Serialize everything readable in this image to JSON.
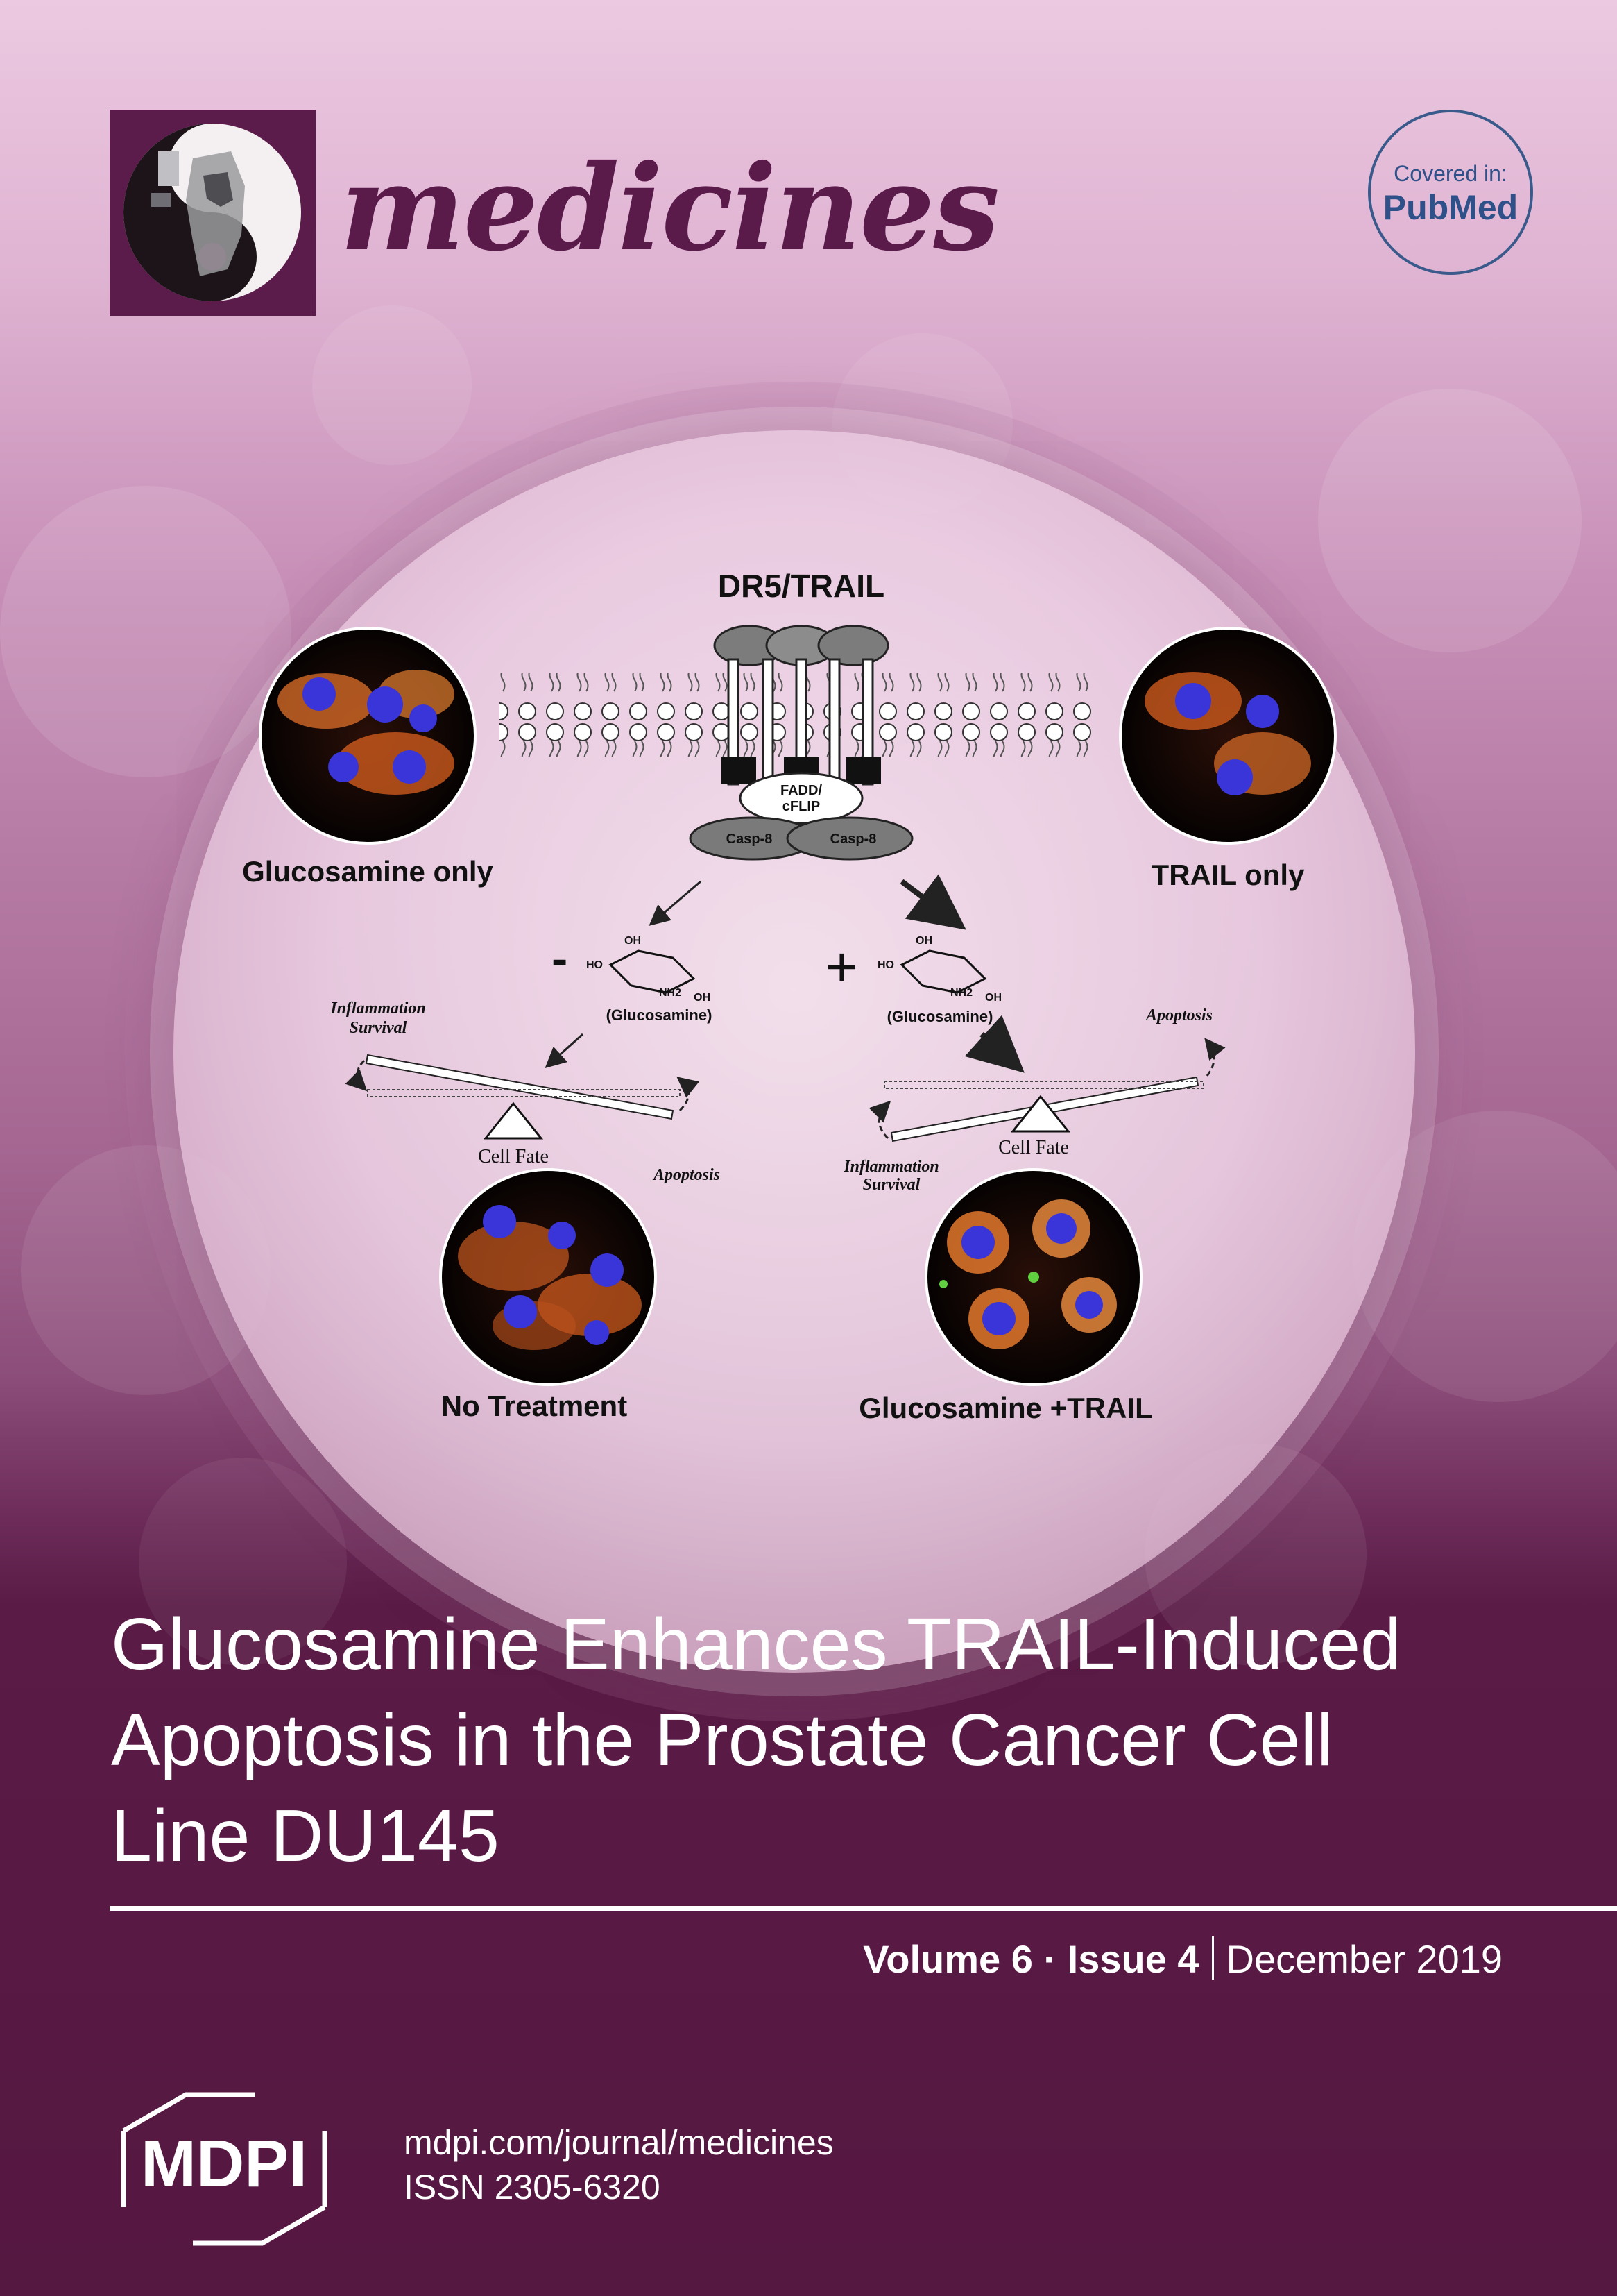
{
  "journal": {
    "name": "medicines",
    "pubmed_line1": "Covered in:",
    "pubmed_line2": "PubMed"
  },
  "figure": {
    "receptor_label": "DR5/TRAIL",
    "fadd_line1": "FADD/",
    "fadd_line2": "cFLIP",
    "casp_left": "Casp-8",
    "casp_right": "Casp-8",
    "micro_glucosamine_only": "Glucosamine only",
    "micro_trail_only": "TRAIL only",
    "micro_no_treatment": "No Treatment",
    "micro_combo": "Glucosamine +TRAIL",
    "minus_sign": "-",
    "plus_sign": "+",
    "glucosamine_left": "(Glucosamine)",
    "glucosamine_right": "(Glucosamine)",
    "oh": "OH",
    "ho": "HO",
    "nh2": "NH2",
    "left_top_line1": "Inflammation",
    "left_top_line2": "Survival",
    "left_bottom": "Apoptosis",
    "left_fulcrum": "Cell Fate",
    "right_top": "Apoptosis",
    "right_bottom_line1": "Inflammation",
    "right_bottom_line2": "Survival",
    "right_fulcrum": "Cell Fate"
  },
  "title": {
    "line1": "Glucosamine Enhances TRAIL-Induced",
    "line2": "Apoptosis in the Prostate Cancer Cell",
    "line3": "Line DU145"
  },
  "issue": {
    "volume": "Volume 6",
    "dot": " · ",
    "issue": "Issue 4",
    "date": "December 2019"
  },
  "publisher": {
    "logo_text": "MDPI",
    "url": "mdpi.com/journal/medicines",
    "issn": "ISSN 2305-6320"
  },
  "colors": {
    "accent": "#5a1b4b",
    "pubmed": "#2f5189",
    "cell_orange": "#e0702a",
    "nucleus_blue": "#3a35d8"
  }
}
